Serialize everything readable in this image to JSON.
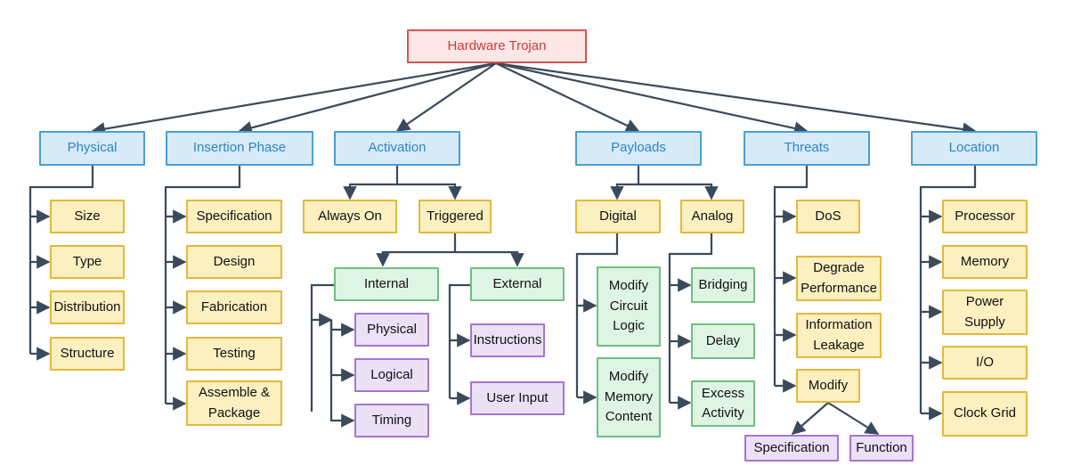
{
  "root": "Hardware Trojan",
  "categories": {
    "physical": "Physical",
    "insertion": "Insertion Phase",
    "activation": "Activation",
    "payloads": "Payloads",
    "threats": "Threats",
    "location": "Location"
  },
  "physical_items": [
    "Size",
    "Type",
    "Distribution",
    "Structure"
  ],
  "insertion_items": [
    "Specification",
    "Design",
    "Fabrication",
    "Testing",
    "Assemble & Package"
  ],
  "activation": {
    "always_on": "Always On",
    "triggered": "Triggered",
    "internal": "Internal",
    "external": "External",
    "internal_items": [
      "Physical",
      "Logical",
      "Timing"
    ],
    "external_items": [
      "Instructions",
      "User Input"
    ]
  },
  "payloads": {
    "digital": "Digital",
    "analog": "Analog",
    "digital_items": [
      "Modify Circuit Logic",
      "Modify Memory Content"
    ],
    "analog_items": [
      "Bridging",
      "Delay",
      "Excess Activity"
    ]
  },
  "threats": {
    "items": [
      "DoS",
      "Degrade Performance",
      "Information Leakage",
      "Modify"
    ],
    "modify_items": [
      "Specification",
      "Function"
    ]
  },
  "location_items": [
    "Processor",
    "Memory",
    "Power Supply",
    "I/O",
    "Clock Grid"
  ],
  "colors": {
    "root_border": "#d9534f",
    "category_border": "#4a9fd8",
    "sub_border": "#e2b93b",
    "green_border": "#6cc17f",
    "purple_border": "#a774d4",
    "edge": "#3b4a5a"
  }
}
